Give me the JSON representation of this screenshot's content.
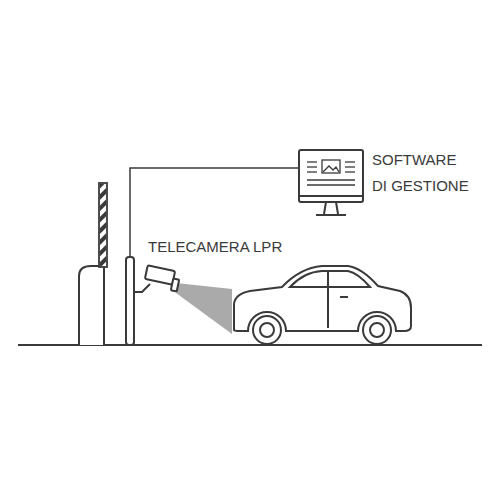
{
  "diagram": {
    "nodes": [
      {
        "text": [
          "SOFTWARE DI GESTIONE"
        ]
      },
      {
        "text": [
          "TELECAMERA LPR"
        ]
      }
    ],
    "edges": [
      {
        "from": 1,
        "to": 0,
        "arrow": "none"
      }
    ]
  }
}
